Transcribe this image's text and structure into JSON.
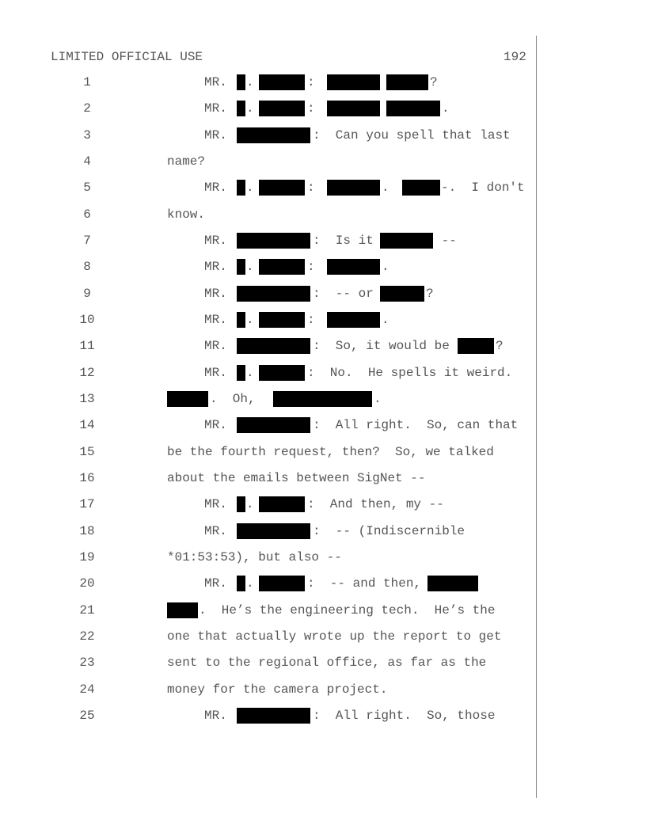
{
  "header": {
    "classification": "LIMITED OFFICIAL USE",
    "page_number": "192"
  },
  "lines": [
    {
      "num": "1",
      "t": [
        "MR.",
        ".",
        ":",
        "?"
      ]
    },
    {
      "num": "2",
      "t": [
        "MR.",
        ".",
        ":",
        "."
      ]
    },
    {
      "num": "3",
      "t": [
        "MR.",
        ":  Can you spell that last"
      ]
    },
    {
      "num": "4",
      "t": [
        "name?"
      ]
    },
    {
      "num": "5",
      "t": [
        "MR.",
        ".",
        ":",
        ".",
        "-.  I don't"
      ]
    },
    {
      "num": "6",
      "t": [
        "know."
      ]
    },
    {
      "num": "7",
      "t": [
        "MR.",
        ":  Is it",
        " --"
      ]
    },
    {
      "num": "8",
      "t": [
        "MR.",
        ".",
        ":",
        "."
      ]
    },
    {
      "num": "9",
      "t": [
        "MR.",
        ":  -- or",
        "?"
      ]
    },
    {
      "num": "10",
      "t": [
        "MR.",
        ".",
        ":",
        "."
      ]
    },
    {
      "num": "11",
      "t": [
        "MR.",
        ":  So, it would be",
        "?"
      ]
    },
    {
      "num": "12",
      "t": [
        "MR.",
        ".",
        ":  No.  He spells it weird."
      ]
    },
    {
      "num": "13",
      "t": [
        ".  Oh,",
        "."
      ]
    },
    {
      "num": "14",
      "t": [
        "MR.",
        ":  All right.  So, can that"
      ]
    },
    {
      "num": "15",
      "t": [
        "be the fourth request, then?  So, we talked"
      ]
    },
    {
      "num": "16",
      "t": [
        "about the emails between SigNet --"
      ]
    },
    {
      "num": "17",
      "t": [
        "MR.",
        ".",
        ":  And then, my --"
      ]
    },
    {
      "num": "18",
      "t": [
        "MR.",
        ":  -- (Indiscernible"
      ]
    },
    {
      "num": "19",
      "t": [
        "*01:53:53), but also --"
      ]
    },
    {
      "num": "20",
      "t": [
        "MR.",
        ".",
        ":  -- and then,"
      ]
    },
    {
      "num": "21",
      "t": [
        ".  He’s the engineering tech.  He’s the"
      ]
    },
    {
      "num": "22",
      "t": [
        "one that actually wrote up the report to get"
      ]
    },
    {
      "num": "23",
      "t": [
        "sent to the regional office, as far as the"
      ]
    },
    {
      "num": "24",
      "t": [
        "money for the camera project."
      ]
    },
    {
      "num": "25",
      "t": [
        "MR.",
        ":  All right.  So, those"
      ]
    }
  ]
}
